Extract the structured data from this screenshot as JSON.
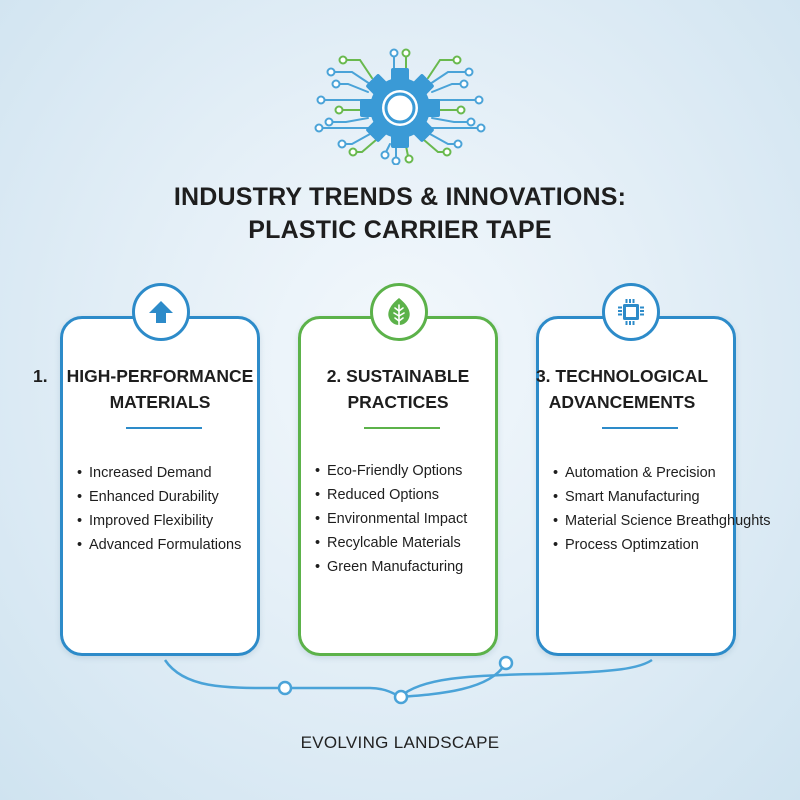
{
  "header": {
    "logo_icon": "gear-circuit-icon",
    "title_line1": "INDUSTRY TRENDS & INNOVATIONS:",
    "title_line2": "PLASTIC CARRIER TAPE"
  },
  "colors": {
    "blue": "#2d8bc9",
    "green": "#5cb24a",
    "connector": "#4aa3d8",
    "background": "#e4eff7"
  },
  "cards": [
    {
      "number": "1.",
      "title_line1": "HIGH-PERFORMANCE",
      "title_line2": "MATERIALS",
      "icon": "up-arrow-icon",
      "accent": "blue",
      "items": [
        "Increased Demand",
        "Enhanced Durability",
        "Improved Flexibility",
        "Advanced Formulations"
      ]
    },
    {
      "number": "2.",
      "title_line1": "2. SUSTAINABLE",
      "title_line2": "PRACTICES",
      "icon": "leaf-icon",
      "accent": "green",
      "items": [
        "Eco-Friendly Options",
        "Reduced Options",
        "Environmental Impact",
        "Recylcable Materials",
        "Green Manufacturing"
      ]
    },
    {
      "number": "3.",
      "title_line1": "3. TECHNOLOGICAL",
      "title_line2": "ADVANCEMENTS",
      "icon": "microchip-icon",
      "accent": "blue",
      "items": [
        "Automation & Precision",
        "Smart Manufacturing",
        "Material Science Breathghughts",
        "Process Optimzation"
      ]
    }
  ],
  "footer": {
    "label": "EVOLVING LANDSCAPE"
  }
}
